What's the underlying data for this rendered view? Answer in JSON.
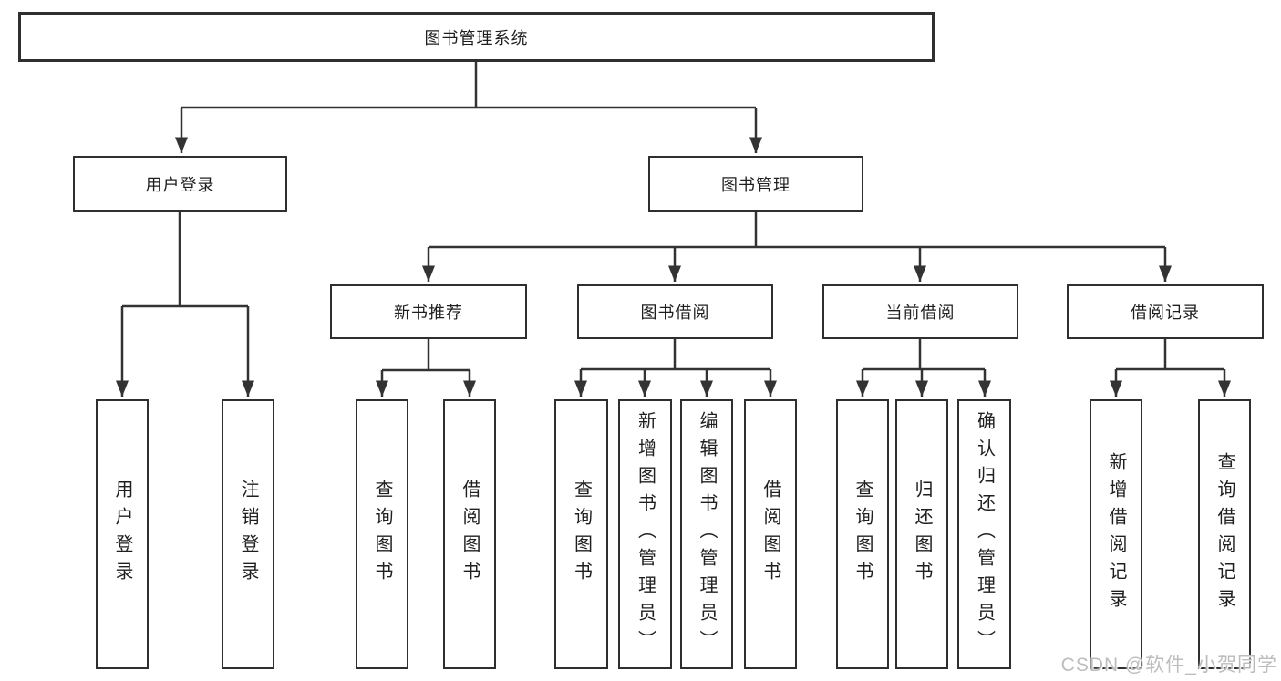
{
  "diagram": {
    "root": {
      "label": "图书管理系统"
    },
    "level2": [
      {
        "label": "用户登录"
      },
      {
        "label": "图书管理"
      }
    ],
    "level3": [
      {
        "label": "新书推荐"
      },
      {
        "label": "图书借阅"
      },
      {
        "label": "当前借阅"
      },
      {
        "label": "借阅记录"
      }
    ],
    "leaves": [
      {
        "label": "用户登录"
      },
      {
        "label": "注销登录"
      },
      {
        "label": "查询图书"
      },
      {
        "label": "借阅图书"
      },
      {
        "label": "查询图书"
      },
      {
        "label": "新增图书（管理员）"
      },
      {
        "label": "编辑图书（管理员）"
      },
      {
        "label": "借阅图书"
      },
      {
        "label": "查询图书"
      },
      {
        "label": "归还图书"
      },
      {
        "label": "确认归还（管理员）"
      },
      {
        "label": "新增借阅记录"
      },
      {
        "label": "查询借阅记录"
      }
    ]
  },
  "colors": {
    "line": "#333333",
    "border": "#2f2f2f",
    "fill": "#ffffff",
    "text": "#1f1f1f",
    "watermark": "#b9b9b9"
  },
  "watermark": {
    "text": "CSDN @软件_小贺同学"
  }
}
